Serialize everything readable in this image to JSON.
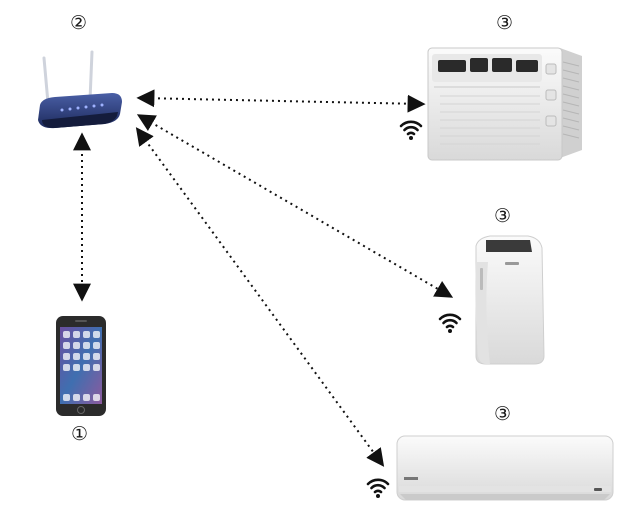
{
  "labels": {
    "phone": "①",
    "router": "②",
    "window_ac": "③",
    "portable_ac": "③",
    "split_ac": "③"
  },
  "colors": {
    "link": "#111111",
    "router_body": "#2c3e7a",
    "phone_body": "#2b2b2b",
    "ac_body": "#f2f2f2"
  },
  "icons": [
    "router-icon",
    "smartphone-icon",
    "window-ac-icon",
    "portable-ac-icon",
    "split-ac-icon",
    "wifi-icon"
  ]
}
